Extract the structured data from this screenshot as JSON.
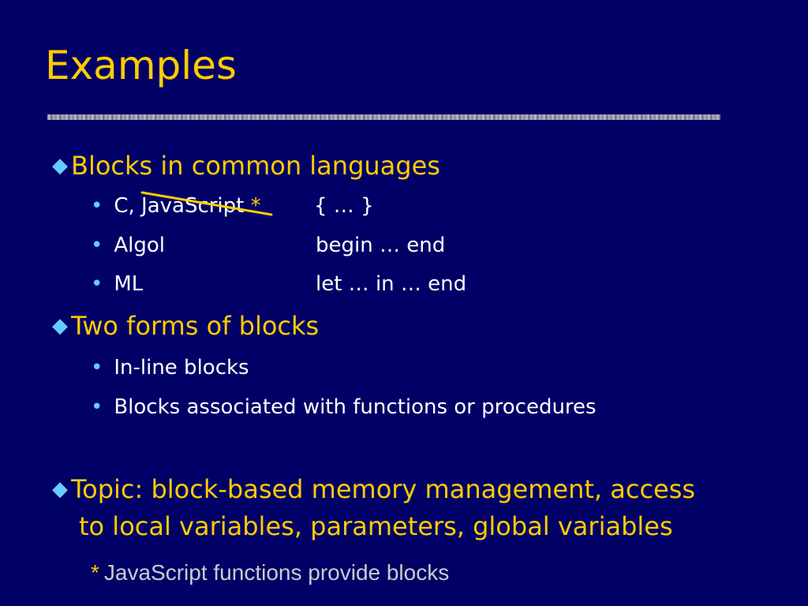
{
  "slide": {
    "title": "Examples",
    "sections": [
      {
        "heading": "Blocks in common languages",
        "items": [
          {
            "lang": "C, JavaScript",
            "mark": "*",
            "syntax": "{ … }"
          },
          {
            "lang": "Algol",
            "syntax": "begin … end"
          },
          {
            "lang": "ML",
            "syntax": "let … in … end"
          }
        ]
      },
      {
        "heading": "Two forms of blocks",
        "items": [
          {
            "text": "In-line blocks"
          },
          {
            "text": "Blocks associated with functions or procedures"
          }
        ]
      },
      {
        "heading_line1": "Topic: block-based memory management, access",
        "heading_line2": "to local variables, parameters, global variables"
      }
    ],
    "footnote": {
      "mark": "*",
      "text": "JavaScript functions provide blocks"
    }
  },
  "colors": {
    "background": "#000066",
    "title": "#FFCC00",
    "bullet": "#66CCFF",
    "strike": "#FFCC00"
  }
}
